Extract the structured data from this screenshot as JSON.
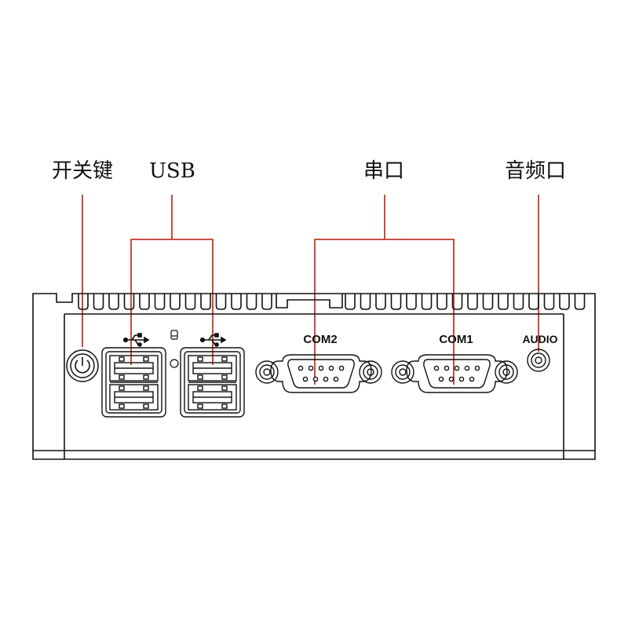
{
  "callouts": {
    "power": "开关键",
    "usb": "USB",
    "serial": "串口",
    "audio": "音频口"
  },
  "port_labels": {
    "com2": "COM2",
    "com1": "COM1",
    "audio": "AUDIO"
  },
  "icons": [
    "power-icon",
    "usb-icon",
    "usb-icon",
    "hdd-led-icon"
  ],
  "colors": {
    "leader_line": "#c0392b",
    "outline": "#111111"
  }
}
